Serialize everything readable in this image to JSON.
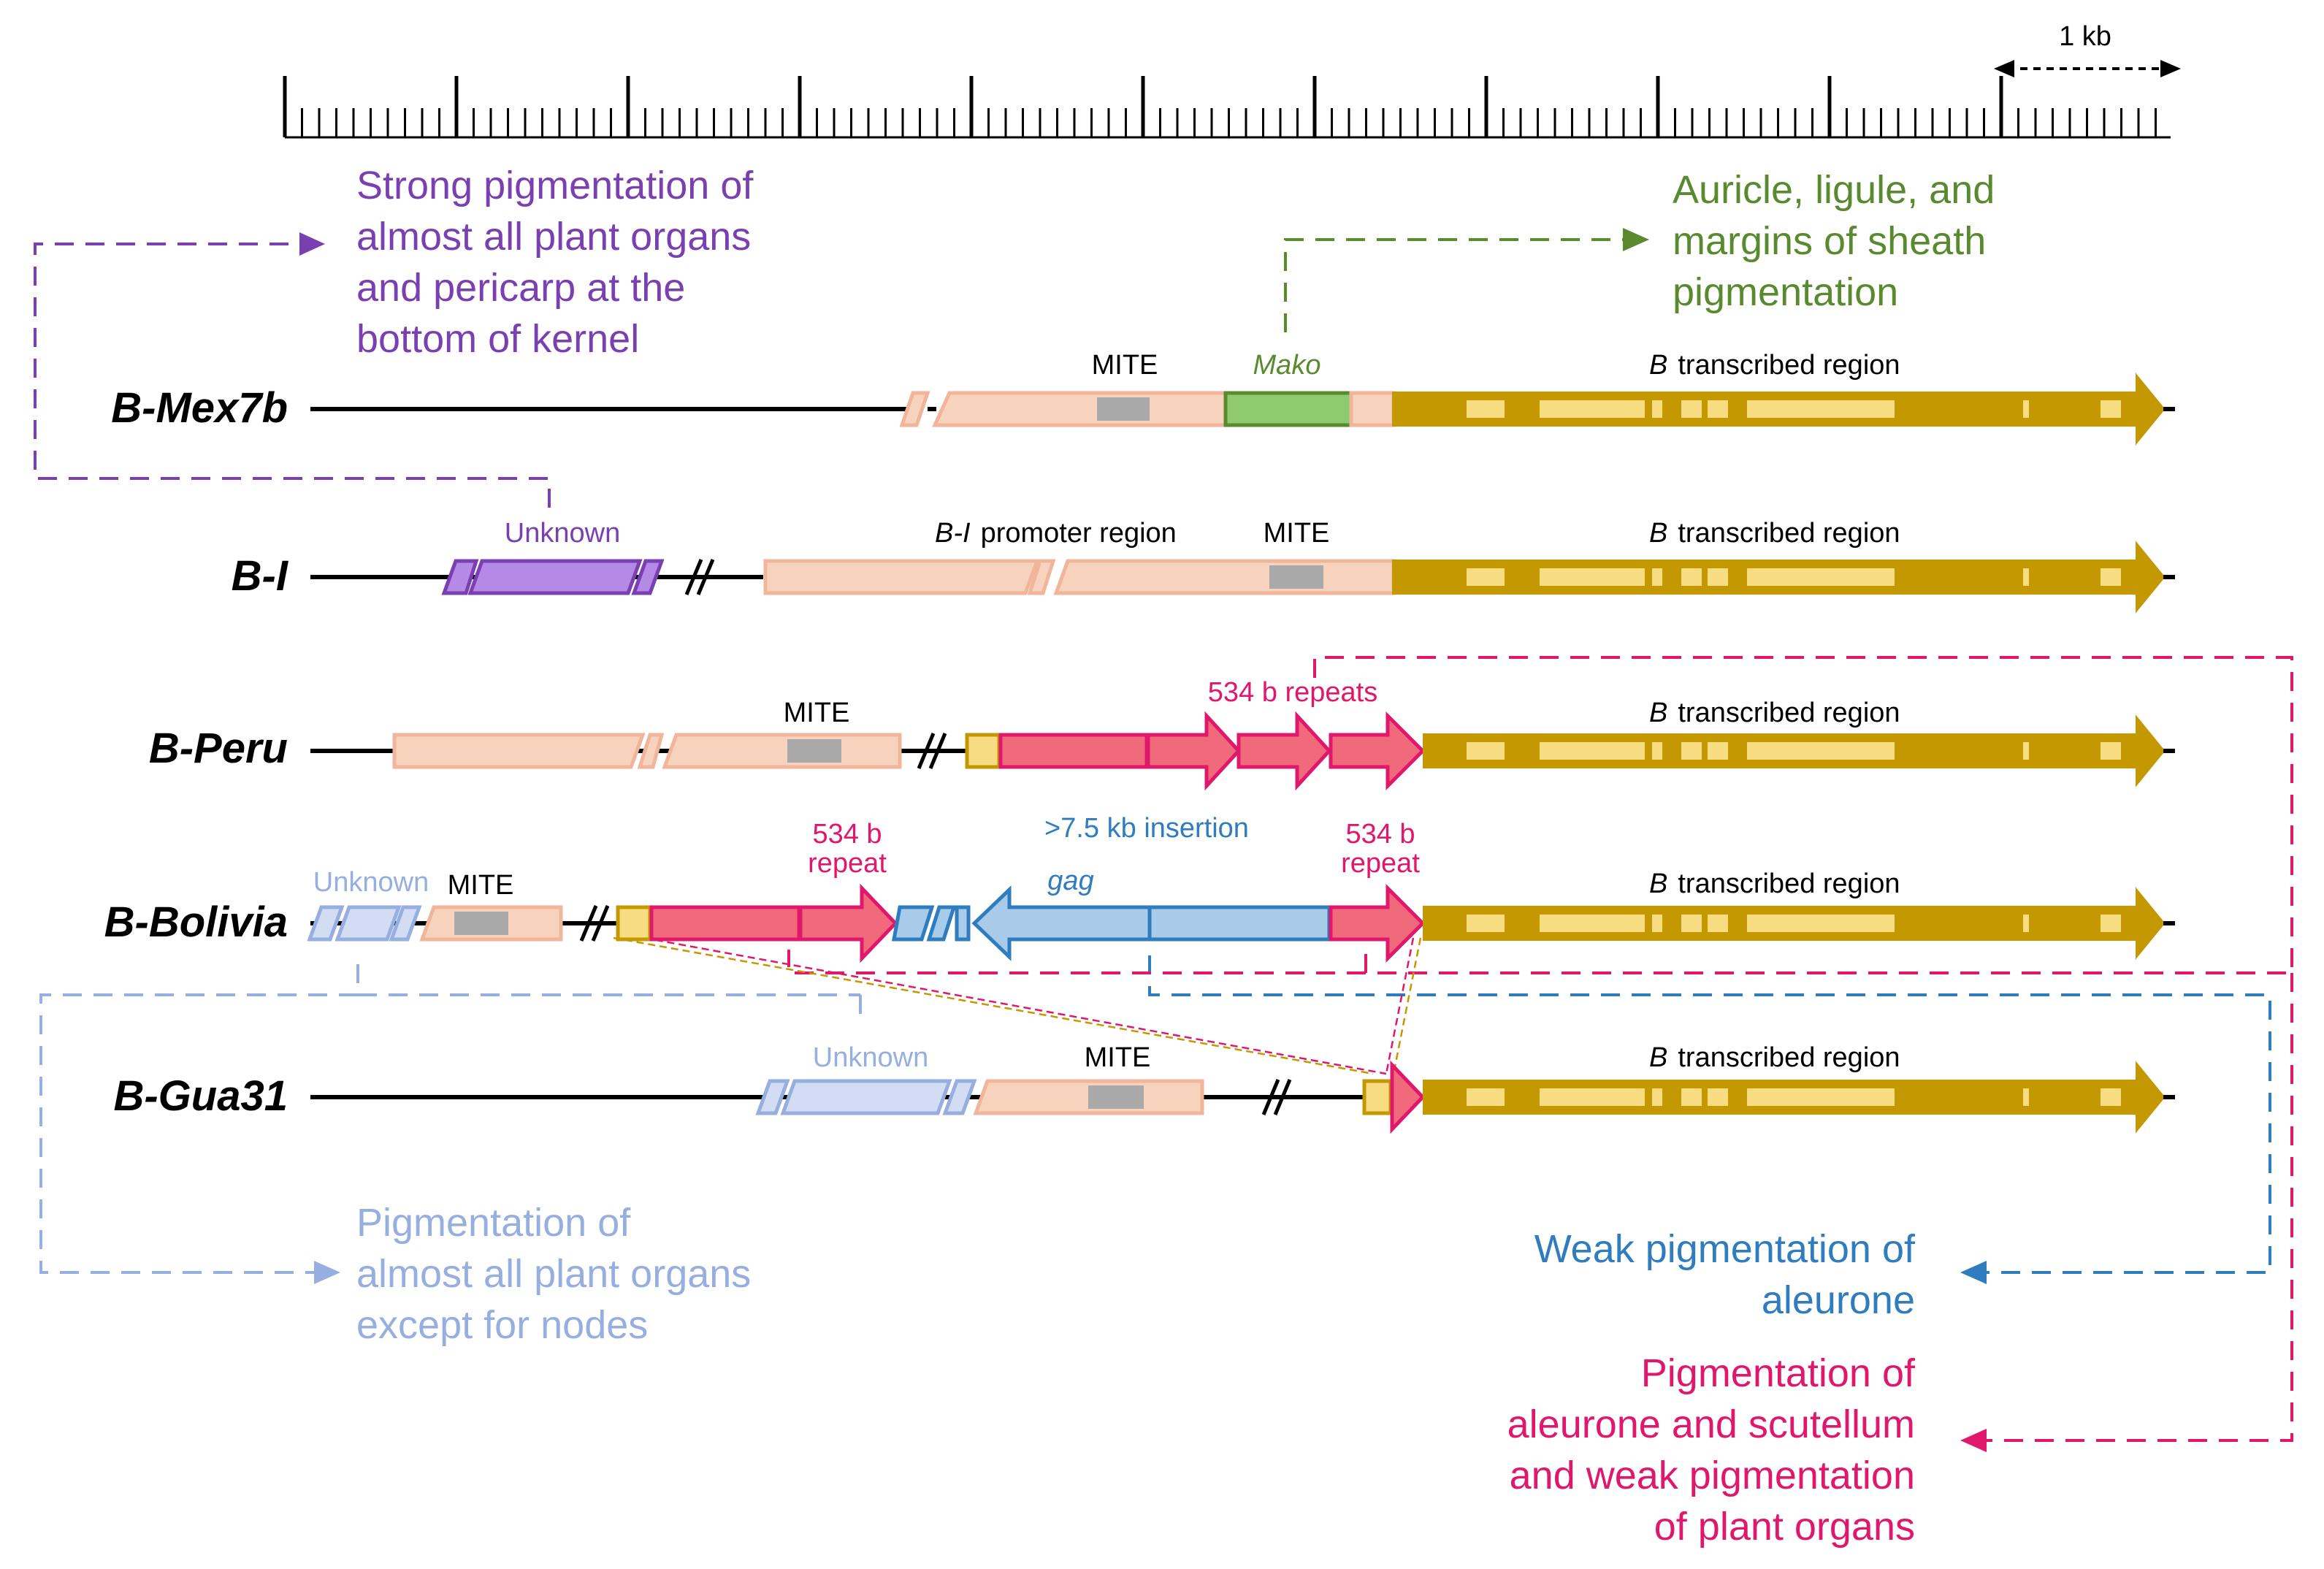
{
  "scale": {
    "label": "1 kb"
  },
  "colors": {
    "purple": "#7a3fb0",
    "purple_fill": "#b58ae6",
    "green": "#5a8a30",
    "green_fill": "#8ecb6e",
    "pink": "#e0186c",
    "pink_fill": "#f06a7c",
    "blue": "#2f7cbf",
    "blue_fill": "#a7cbe8",
    "lightblue": "#96aee0",
    "lightblue_fill": "#d2ddf4",
    "gold": "#c49800",
    "gold_light": "#f7dc82",
    "peach": "#f7d3bd",
    "peach_edge": "#f0b59a",
    "mite_gray": "#a9a9a9"
  },
  "alleles": {
    "mex7b": {
      "name": "B-Mex7b",
      "mite": "MITE",
      "mako": "Mako",
      "transcribed_italic": "B",
      "transcribed_rest": "transcribed region"
    },
    "bi": {
      "name": "B-I",
      "unknown": "Unknown",
      "promoter_italic": "B-I",
      "promoter_rest": "promoter region",
      "mite": "MITE",
      "transcribed_italic": "B",
      "transcribed_rest": "transcribed region"
    },
    "peru": {
      "name": "B-Peru",
      "mite": "MITE",
      "repeats": "534 b repeats",
      "transcribed_italic": "B",
      "transcribed_rest": "transcribed region"
    },
    "bolivia": {
      "name": "B-Bolivia",
      "unknown": "Unknown",
      "mite": "MITE",
      "repeat_left_1": "534 b",
      "repeat_left_2": "repeat",
      "insertion": ">7.5 kb insertion",
      "gag": "gag",
      "repeat_right_1": "534 b",
      "repeat_right_2": "repeat",
      "transcribed_italic": "B",
      "transcribed_rest": "transcribed region"
    },
    "gua31": {
      "name": "B-Gua31",
      "unknown": "Unknown",
      "mite": "MITE",
      "transcribed_italic": "B",
      "transcribed_rest": "transcribed region"
    }
  },
  "annotations": {
    "purple": [
      "Strong pigmentation of",
      "almost all plant organs",
      "and pericarp at the",
      "bottom of kernel"
    ],
    "green": [
      "Auricle, ligule, and",
      "margins of sheath",
      "pigmentation"
    ],
    "lightblue": [
      "Pigmentation of",
      "almost all plant organs",
      "except for nodes"
    ],
    "blue": [
      "Weak pigmentation of",
      "aleurone"
    ],
    "pink": [
      "Pigmentation of",
      "aleurone and scutellum",
      "and weak pigmentation",
      "of plant organs"
    ]
  }
}
